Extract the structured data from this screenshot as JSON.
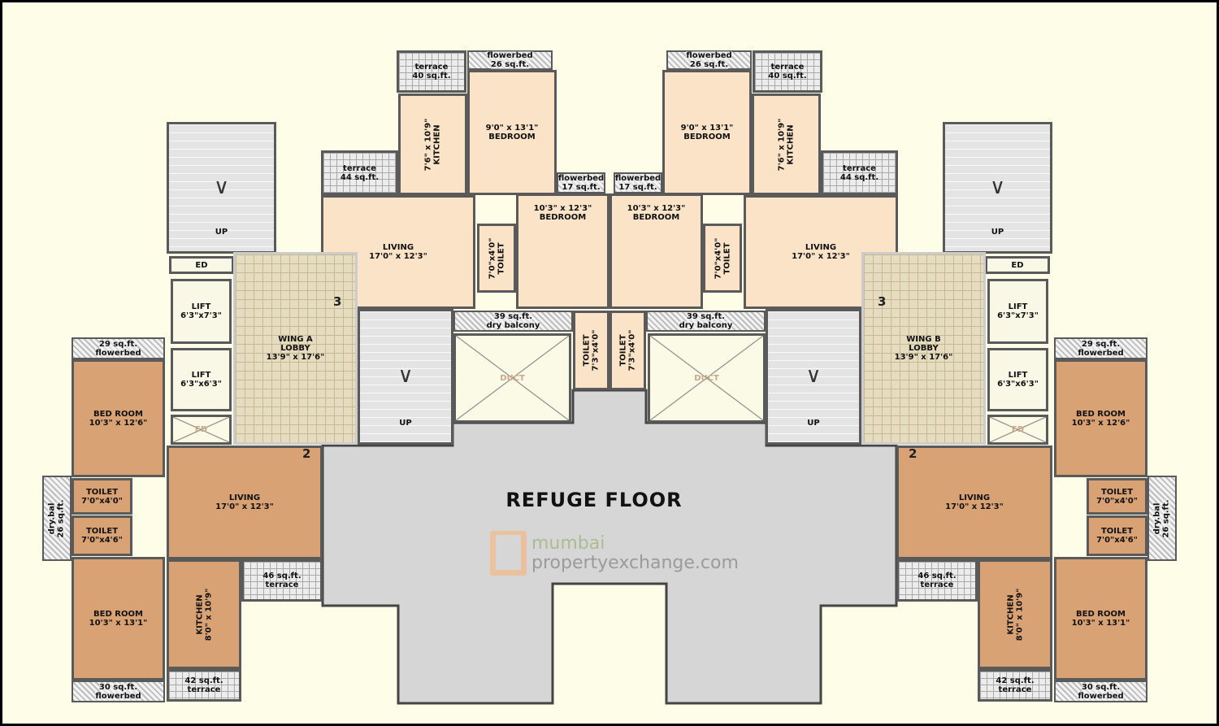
{
  "title": "REFUGE FLOOR",
  "watermark": {
    "line1": "mumbai",
    "line2": "propertyexchange.com"
  },
  "colors": {
    "unit_3": "#fbe3c8",
    "unit_2": "#d9a274",
    "refuge": "#d6d6d6",
    "background": "#fdfde8"
  },
  "wing_a": {
    "unit_numbers": {
      "unit_3": "3",
      "unit_2": "2"
    },
    "rooms": {
      "t40": [
        "terrace",
        "40 sq.ft."
      ],
      "fb26": [
        "flowerbed",
        "26 sq.ft."
      ],
      "kitchen3": [
        "7'6\" x 10'9\"",
        "KITCHEN"
      ],
      "bed1": [
        "9'0\" x 13'1\"",
        "BEDROOM"
      ],
      "t44": [
        "terrace",
        "44 sq.ft."
      ],
      "fb17": [
        "flowerbed",
        "17 sq.ft."
      ],
      "bed2": [
        "10'3\" x 12'3\"",
        "BEDROOM"
      ],
      "living3": [
        "LIVING",
        "17'0\" x 12'3\""
      ],
      "toilet3": [
        "7'0\"x4'0\"",
        "TOILET"
      ],
      "drybal39": [
        "39 sq.ft.",
        "dry balcony"
      ],
      "duct": [
        "DUCT"
      ],
      "ctoilet": [
        "TOILET",
        "7'3\"x4'0\""
      ],
      "stair1": [
        "UP"
      ],
      "ed": [
        "ED"
      ],
      "lift1": [
        "LIFT",
        "6'3\"x7'3\""
      ],
      "lift2": [
        "LIFT",
        "6'3\"x6'3\""
      ],
      "fd": [
        "FD"
      ],
      "lobby": [
        "WING A",
        "LOBBY",
        "13'9\" x 17'6\""
      ],
      "stair2": [
        "UP"
      ],
      "fb29": [
        "29 sq.ft.",
        "flowerbed"
      ],
      "bedA": [
        "BED ROOM",
        "10'3\" x 12'6\""
      ],
      "drybal26": [
        "dry.bal",
        "26 sq.ft."
      ],
      "toiletA1": [
        "TOILET",
        "7'0\"x4'0\""
      ],
      "toiletA2": [
        "TOILET",
        "7'0\"x4'6\""
      ],
      "bedB": [
        "BED ROOM",
        "10'3\" x 13'1\""
      ],
      "fb30": [
        "30 sq.ft.",
        "flowerbed"
      ],
      "living2": [
        "LIVING",
        "17'0\" x 12'3\""
      ],
      "kitchen2": [
        "KITCHEN",
        "8'0\" x 10'9\""
      ],
      "t46": [
        "46 sq.ft.",
        "terrace"
      ],
      "t42": [
        "42 sq.ft.",
        "terrace"
      ]
    }
  },
  "wing_b": {
    "unit_numbers": {
      "unit_3": "3",
      "unit_2": "2"
    },
    "rooms": {
      "t40": [
        "terrace",
        "40 sq.ft."
      ],
      "fb26": [
        "flowerbed",
        "26 sq.ft."
      ],
      "kitchen3": [
        "7'6\" x 10'9\"",
        "KITCHEN"
      ],
      "bed1": [
        "9'0\" x 13'1\"",
        "BEDROOM"
      ],
      "t44": [
        "terrace",
        "44 sq.ft."
      ],
      "fb17": [
        "flowerbed",
        "17 sq.ft."
      ],
      "bed2": [
        "10'3\" x 12'3\"",
        "BEDROOM"
      ],
      "living3": [
        "LIVING",
        "17'0\" x 12'3\""
      ],
      "toilet3": [
        "7'0\"x4'0\"",
        "TOILET"
      ],
      "drybal39": [
        "39 sq.ft.",
        "dry balcony"
      ],
      "duct": [
        "DUCT"
      ],
      "ctoilet": [
        "TOILET",
        "7'3\"x4'0\""
      ],
      "stair1": [
        "UP"
      ],
      "ed": [
        "ED"
      ],
      "lift1": [
        "LIFT",
        "6'3\"x7'3\""
      ],
      "lift2": [
        "LIFT",
        "6'3\"x6'3\""
      ],
      "fd": [
        "FD"
      ],
      "lobby": [
        "WING B",
        "LOBBY",
        "13'9\" x 17'6\""
      ],
      "stair2": [
        "UP"
      ],
      "fb29": [
        "29 sq.ft.",
        "flowerbed"
      ],
      "bedA": [
        "BED ROOM",
        "10'3\" x 12'6\""
      ],
      "drybal26": [
        "dry.bal",
        "26 sq.ft."
      ],
      "toiletA1": [
        "TOILET",
        "7'0\"x4'0\""
      ],
      "toiletA2": [
        "TOILET",
        "7'0\"x4'6\""
      ],
      "bedB": [
        "BED ROOM",
        "10'3\" x 13'1\""
      ],
      "fb30": [
        "30 sq.ft.",
        "flowerbed"
      ],
      "living2": [
        "LIVING",
        "17'0\" x 12'3\""
      ],
      "kitchen2": [
        "KITCHEN",
        "8'0\" x 10'9\""
      ],
      "t46": [
        "46 sq.ft.",
        "terrace"
      ],
      "t42": [
        "42 sq.ft.",
        "terrace"
      ]
    }
  }
}
